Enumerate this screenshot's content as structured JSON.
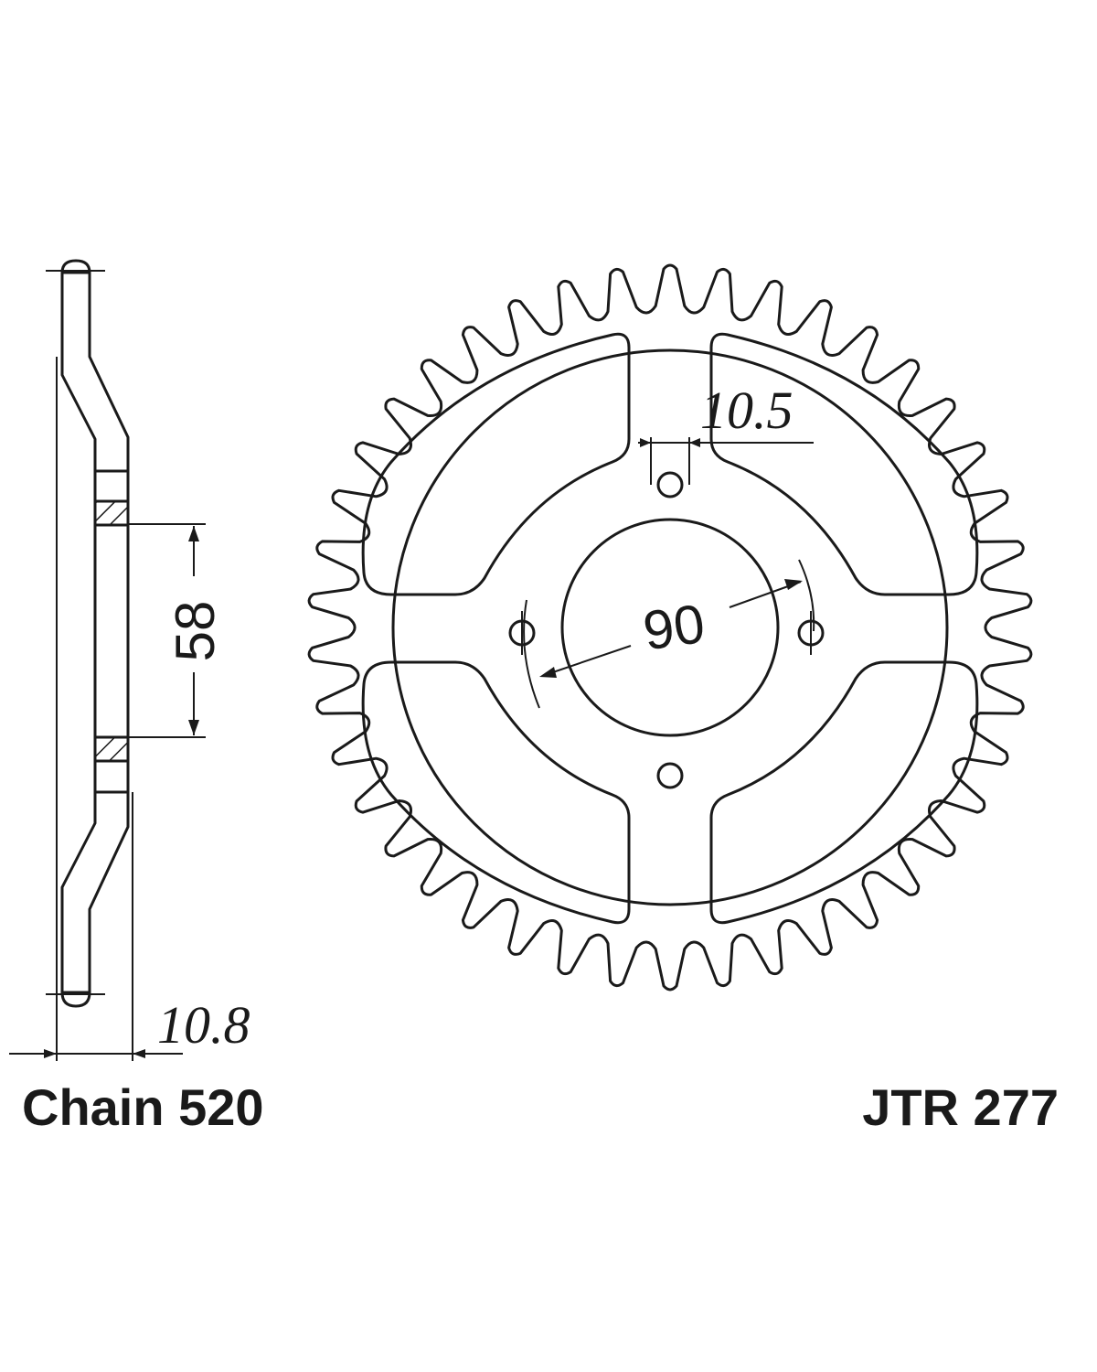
{
  "labels": {
    "chain": "Chain 520",
    "part_number": "JTR 277",
    "thickness": "10.8",
    "hub_bore": "58",
    "pcd": "90",
    "bolt_hole": "10.5"
  },
  "sprocket": {
    "teeth": 42,
    "bolt_holes": 4
  }
}
